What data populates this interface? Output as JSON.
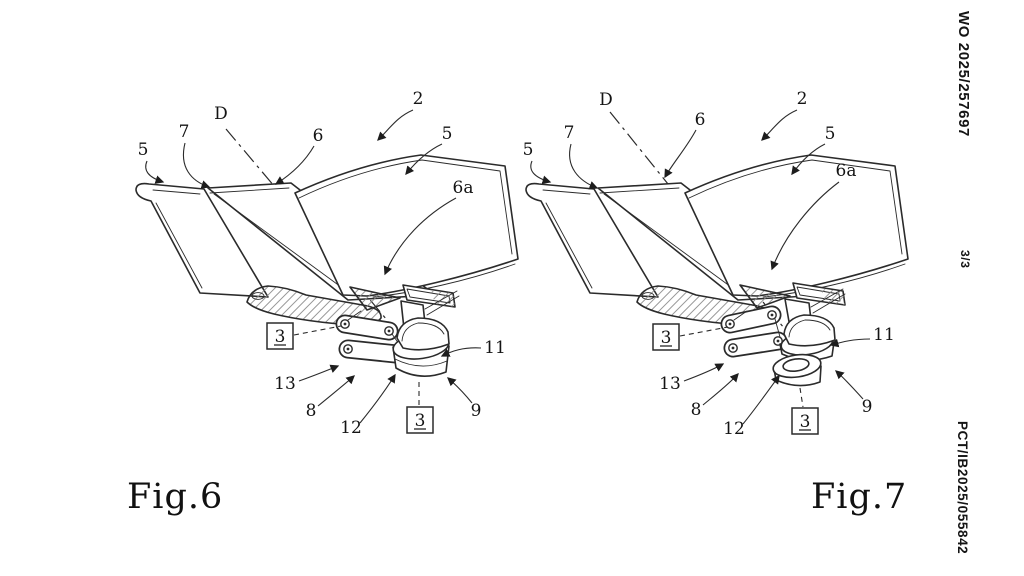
{
  "document": {
    "margin_texts": {
      "publication_number": "WO 2025/257697",
      "sheet_number": "3/3",
      "application_number": "PCT/IB2025/055842"
    },
    "figures": [
      {
        "caption": "Fig.6",
        "reference_labels": {
          "axis": "D",
          "n2": "2",
          "n5a": "5",
          "n5b": "5",
          "n6": "6",
          "n6a": "6a",
          "n7": "7",
          "n8": "8",
          "n9": "9",
          "n11": "11",
          "n12": "12",
          "n13": "13",
          "s3_upper": "3",
          "s3_lower": "3"
        }
      },
      {
        "caption": "Fig.7",
        "reference_labels": {
          "axis": "D",
          "n2": "2",
          "n5a": "5",
          "n5b": "5",
          "n6": "6",
          "n6a": "6a",
          "n7": "7",
          "n8": "8",
          "n9": "9",
          "n11": "11",
          "n12": "12",
          "n13": "13",
          "s3_upper": "3",
          "s3_lower": "3"
        }
      }
    ]
  }
}
